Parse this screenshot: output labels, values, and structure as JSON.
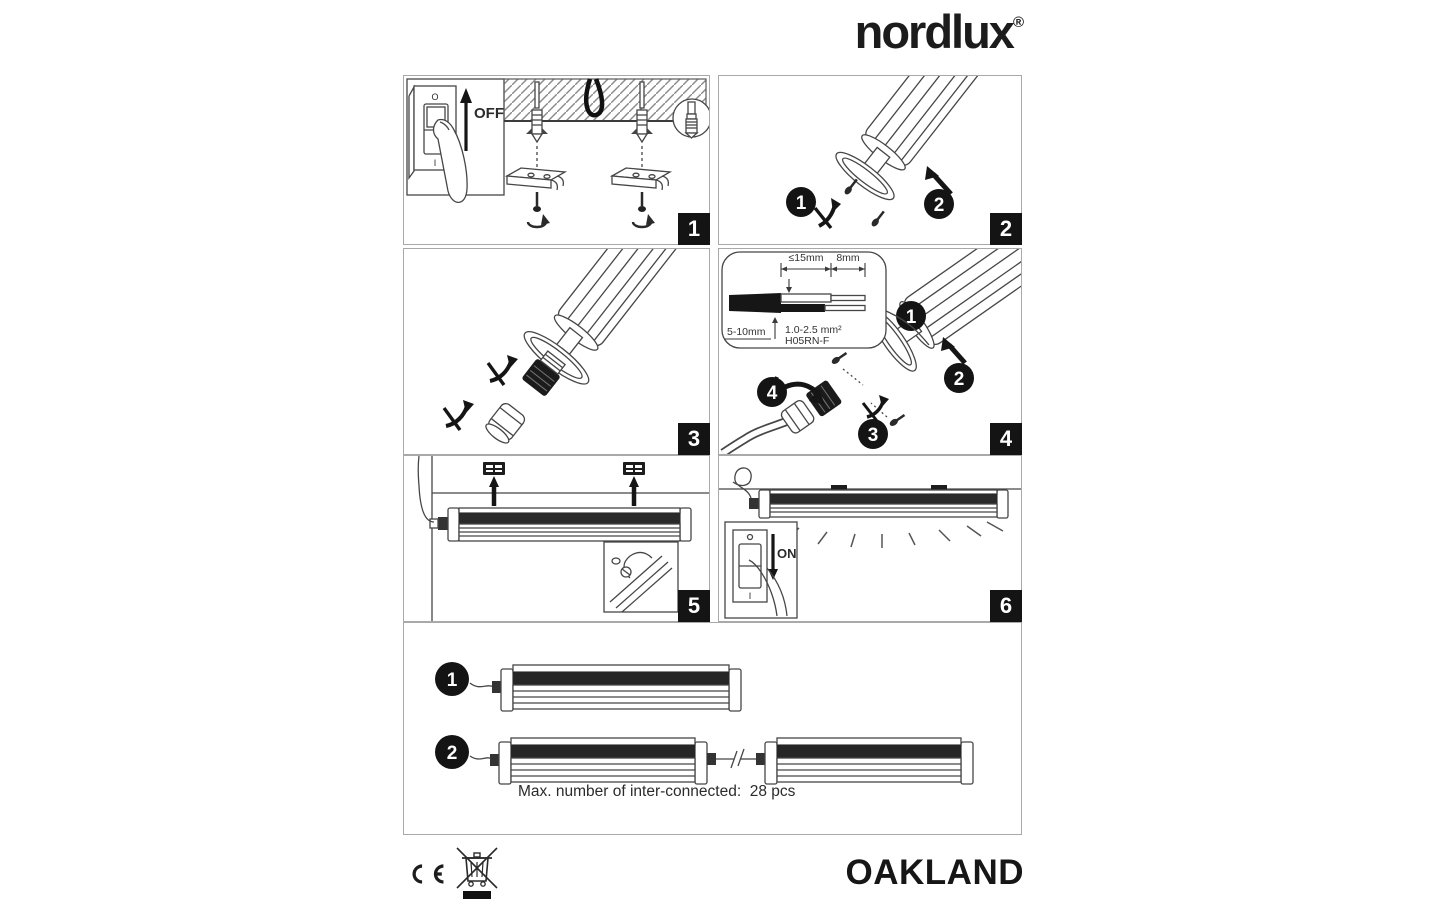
{
  "brand": {
    "name": "nordlux",
    "registered": "®"
  },
  "panels": {
    "p1": {
      "tag": "1",
      "off_label": "OFF",
      "switch_top": "O",
      "switch_bottom": "I"
    },
    "p2": {
      "tag": "2",
      "badge1": "1",
      "badge2": "2"
    },
    "p3": {
      "tag": "3"
    },
    "p4": {
      "tag": "4",
      "badge1": "1",
      "badge2": "2",
      "badge3": "3",
      "badge4": "4",
      "inset": {
        "dim_top": "≤15mm",
        "dim_right": "8mm",
        "dim_left": "5-10mm",
        "spec_line1": "1.0-2.5 mm²",
        "spec_line2": "H05RN-F"
      }
    },
    "p5": {
      "tag": "5"
    },
    "p6": {
      "tag": "6",
      "on_label": "ON",
      "switch_bottom": "I"
    }
  },
  "interconnect": {
    "badge1": "1",
    "badge2": "2",
    "note": "Max. number of inter-connected:  28 pcs"
  },
  "footer": {
    "ce_label": "CE",
    "weee_label": "WEEE crossed-out bin",
    "product": "OAKLAND"
  }
}
